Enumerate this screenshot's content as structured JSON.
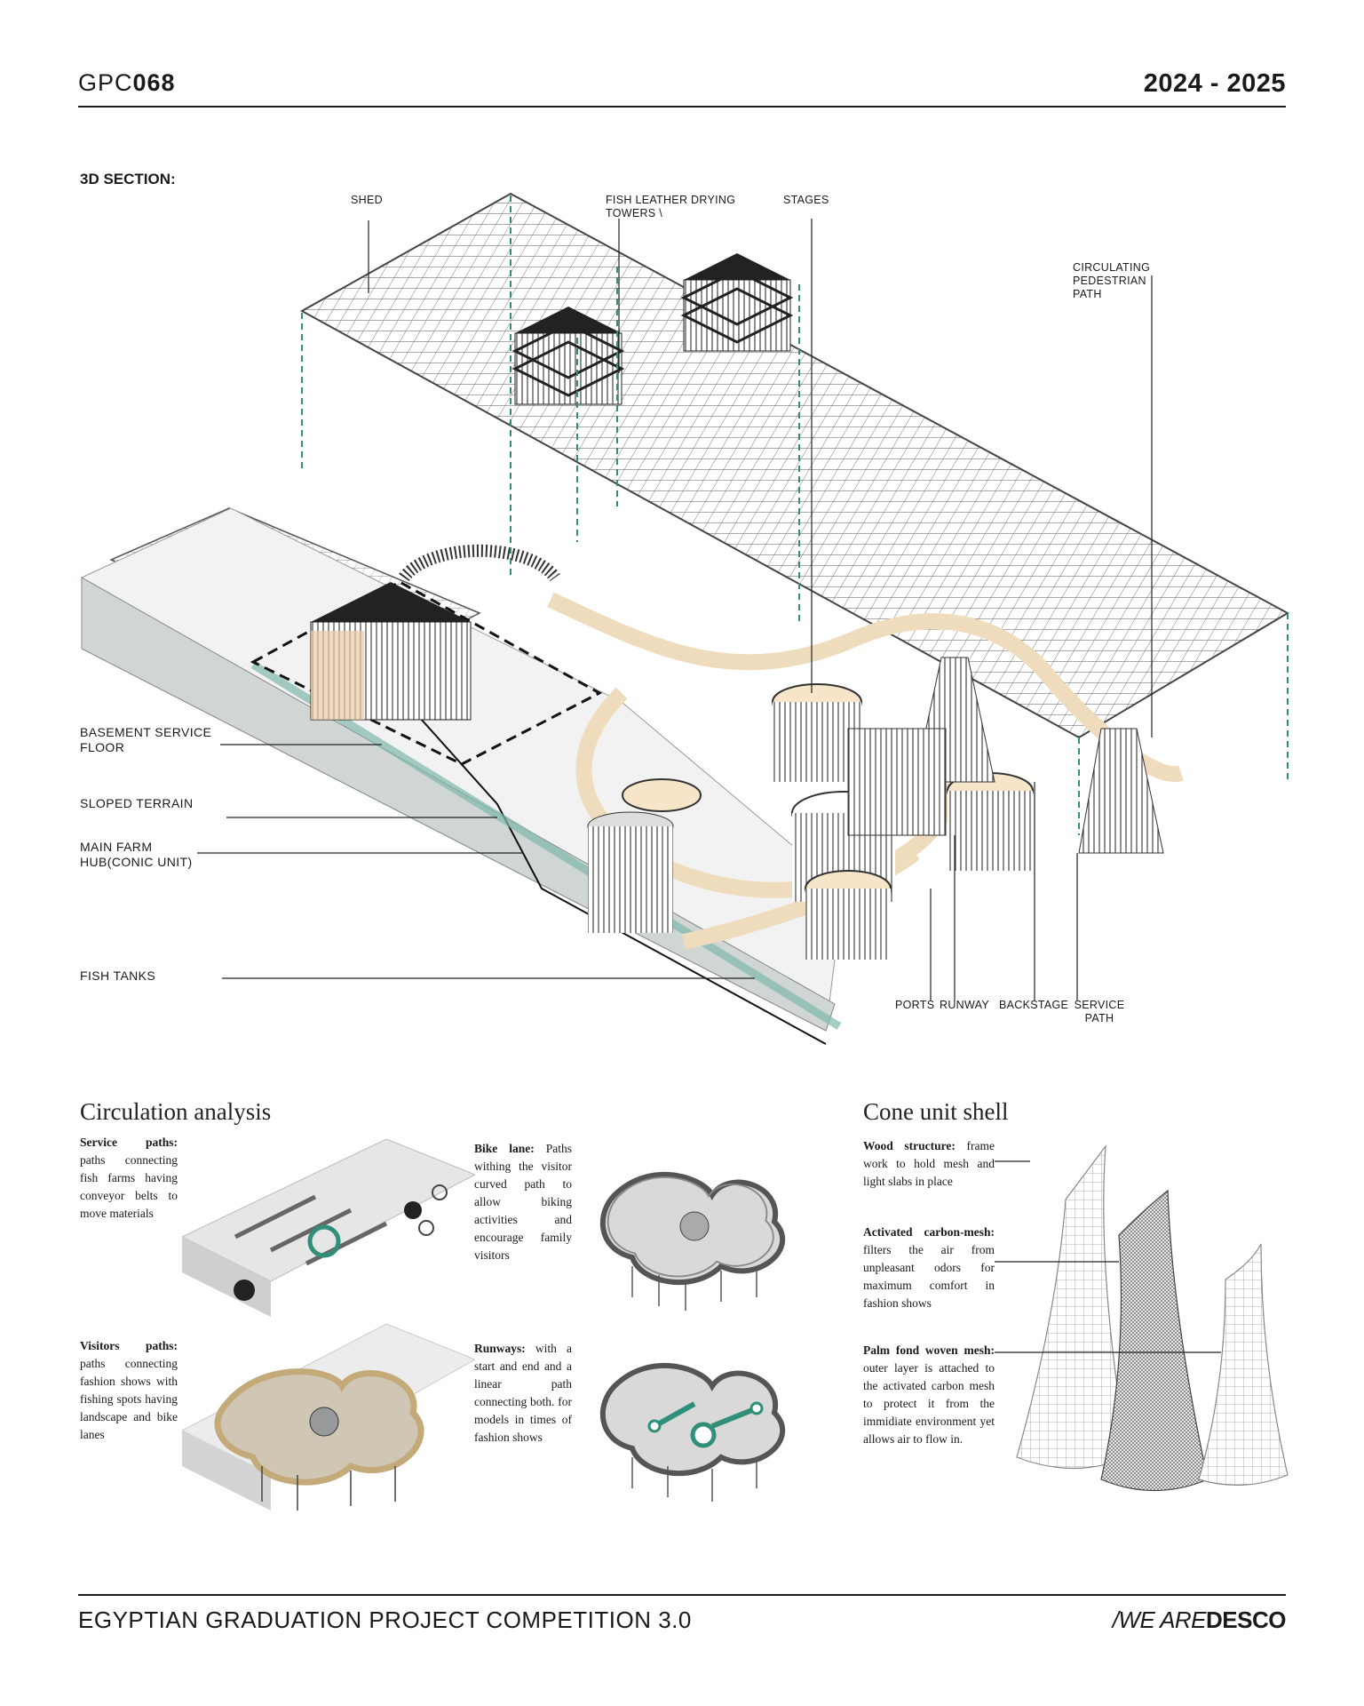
{
  "header": {
    "code_prefix": "GPC",
    "code_number": "068",
    "year": "2024 - 2025"
  },
  "section": {
    "title": "3D SECTION:",
    "top_labels": {
      "shed": "SHED",
      "towers": "FISH LEATHER DRYING TOWERS \\",
      "stages": "STAGES",
      "circulating": "CIRCULATING PEDESTRIAN PATH"
    },
    "left_labels": {
      "basement": "BASEMENT SERVICE FLOOR",
      "terrain": "SLOPED TERRAIN",
      "farm": "MAIN FARM HUB(CONIC UNIT)",
      "tanks": "FISH TANKS"
    },
    "bottom_labels": {
      "ports": "PORTS",
      "runway": "RUNWAY",
      "backstage": "BACKSTAGE",
      "service": "SERVICE PATH"
    }
  },
  "circulation": {
    "title": "Circulation analysis",
    "service_title": "Service paths:",
    "service_text": "paths connecting fish farms having conveyor belts to move materials",
    "bike_title": "Bike lane:",
    "bike_text": "Paths withing the visitor curved path to allow biking activities and encourage family visitors",
    "visitors_title": "Visitors paths:",
    "visitors_text": "paths connecting fashion shows with fishing spots having landscape and bike lanes",
    "runways_title": "Runways:",
    "runways_text": "with a start and end and a linear path connecting both. for models in times of fashion shows"
  },
  "cone": {
    "title": "Cone unit shell",
    "wood_title": "Wood structure:",
    "wood_text": "frame work to hold mesh and light slabs in place",
    "carbon_title": "Activated carbon-mesh:",
    "carbon_text": "filters the air from unpleasant odors for maximum comfort in fashion shows",
    "palm_title": "Palm fond woven mesh:",
    "palm_text": "outer layer is attached to the activated carbon mesh to protect it from the immidiate environment yet allows air to flow in."
  },
  "footer": {
    "competition": "EGYPTIAN GRADUATION PROJECT COMPETITION 3.0",
    "brand_prefix": "/WE ARE",
    "brand_name": "DESCO"
  },
  "colors": {
    "accent_green": "#2f8f78",
    "path_beige": "#f0dfc2",
    "ink": "#1a1a1a"
  }
}
